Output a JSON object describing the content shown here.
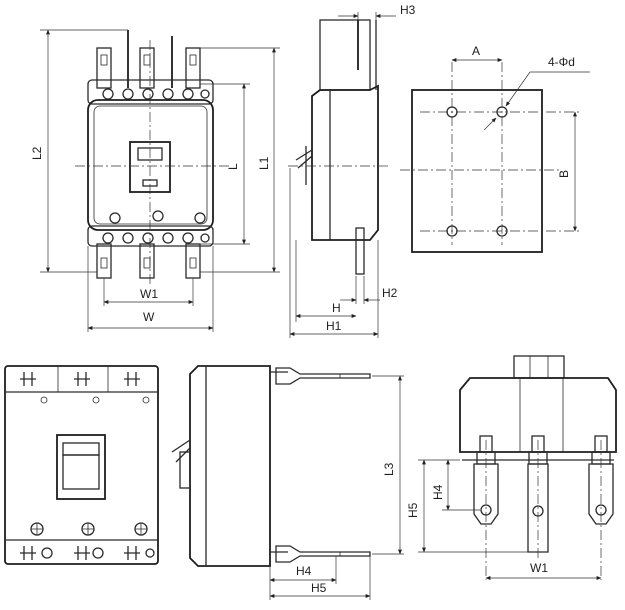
{
  "labels": {
    "H3": "H3",
    "A": "A",
    "hole_spec": "4-Φd",
    "L2": "L2",
    "L": "L",
    "L1": "L1",
    "B": "B",
    "W1_top": "W1",
    "W": "W",
    "H": "H",
    "H2": "H2",
    "H1": "H1",
    "L3": "L3",
    "H4_bottom": "H4",
    "H5_bottom": "H5",
    "H4_right": "H4",
    "H5_right": "H5",
    "W1_right": "W1"
  }
}
